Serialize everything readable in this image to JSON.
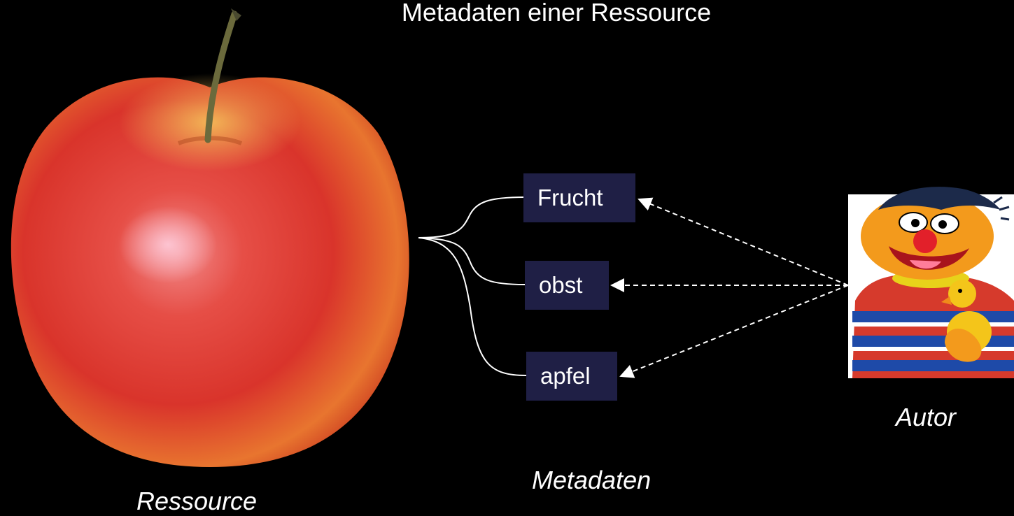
{
  "title": "Metadaten einer Ressource",
  "resource": {
    "caption": "Ressource",
    "image": "red-apple"
  },
  "metadata": {
    "caption": "Metadaten",
    "tags": [
      "Frucht",
      "obst",
      "apfel"
    ]
  },
  "author": {
    "caption": "Autor",
    "image": "cartoon-character-with-duck"
  },
  "colors": {
    "background": "#000000",
    "tag_background": "#1f1f45",
    "text": "#ffffff"
  }
}
